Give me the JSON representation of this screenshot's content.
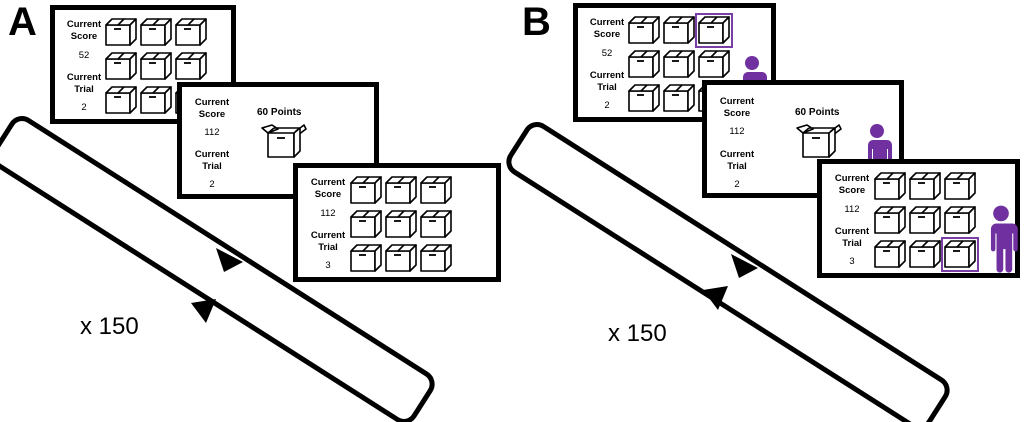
{
  "panels": [
    {
      "letter": "A",
      "repeat_label": "x 150",
      "screens": [
        {
          "score_label": "Current\nScore",
          "score_value": "52",
          "trial_label": "Current\nTrial",
          "trial_value": "2",
          "type": "choice"
        },
        {
          "score_label": "Current\nScore",
          "score_value": "112",
          "trial_label": "Current\nTrial",
          "trial_value": "2",
          "type": "feedback",
          "points_text": "60 Points"
        },
        {
          "score_label": "Current\nScore",
          "score_value": "112",
          "trial_label": "Current\nTrial",
          "trial_value": "3",
          "type": "choice"
        }
      ],
      "observer": false
    },
    {
      "letter": "B",
      "repeat_label": "x 150",
      "screens": [
        {
          "score_label": "Current\nScore",
          "score_value": "52",
          "trial_label": "Current\nTrial",
          "trial_value": "2",
          "type": "choice",
          "highlight": "row1-col3"
        },
        {
          "score_label": "Current\nScore",
          "score_value": "112",
          "trial_label": "Current\nTrial",
          "trial_value": "2",
          "type": "feedback",
          "points_text": "60 Points"
        },
        {
          "score_label": "Current\nScore",
          "score_value": "112",
          "trial_label": "Current\nTrial",
          "trial_value": "3",
          "type": "choice",
          "highlight": "row3-col3"
        }
      ],
      "observer": true
    }
  ],
  "labels": {
    "current": "Current",
    "score": "Score",
    "trial": "Trial"
  },
  "colors": {
    "observer": "#7030a0",
    "highlight": "#7a3fa3",
    "line": "#000000"
  }
}
